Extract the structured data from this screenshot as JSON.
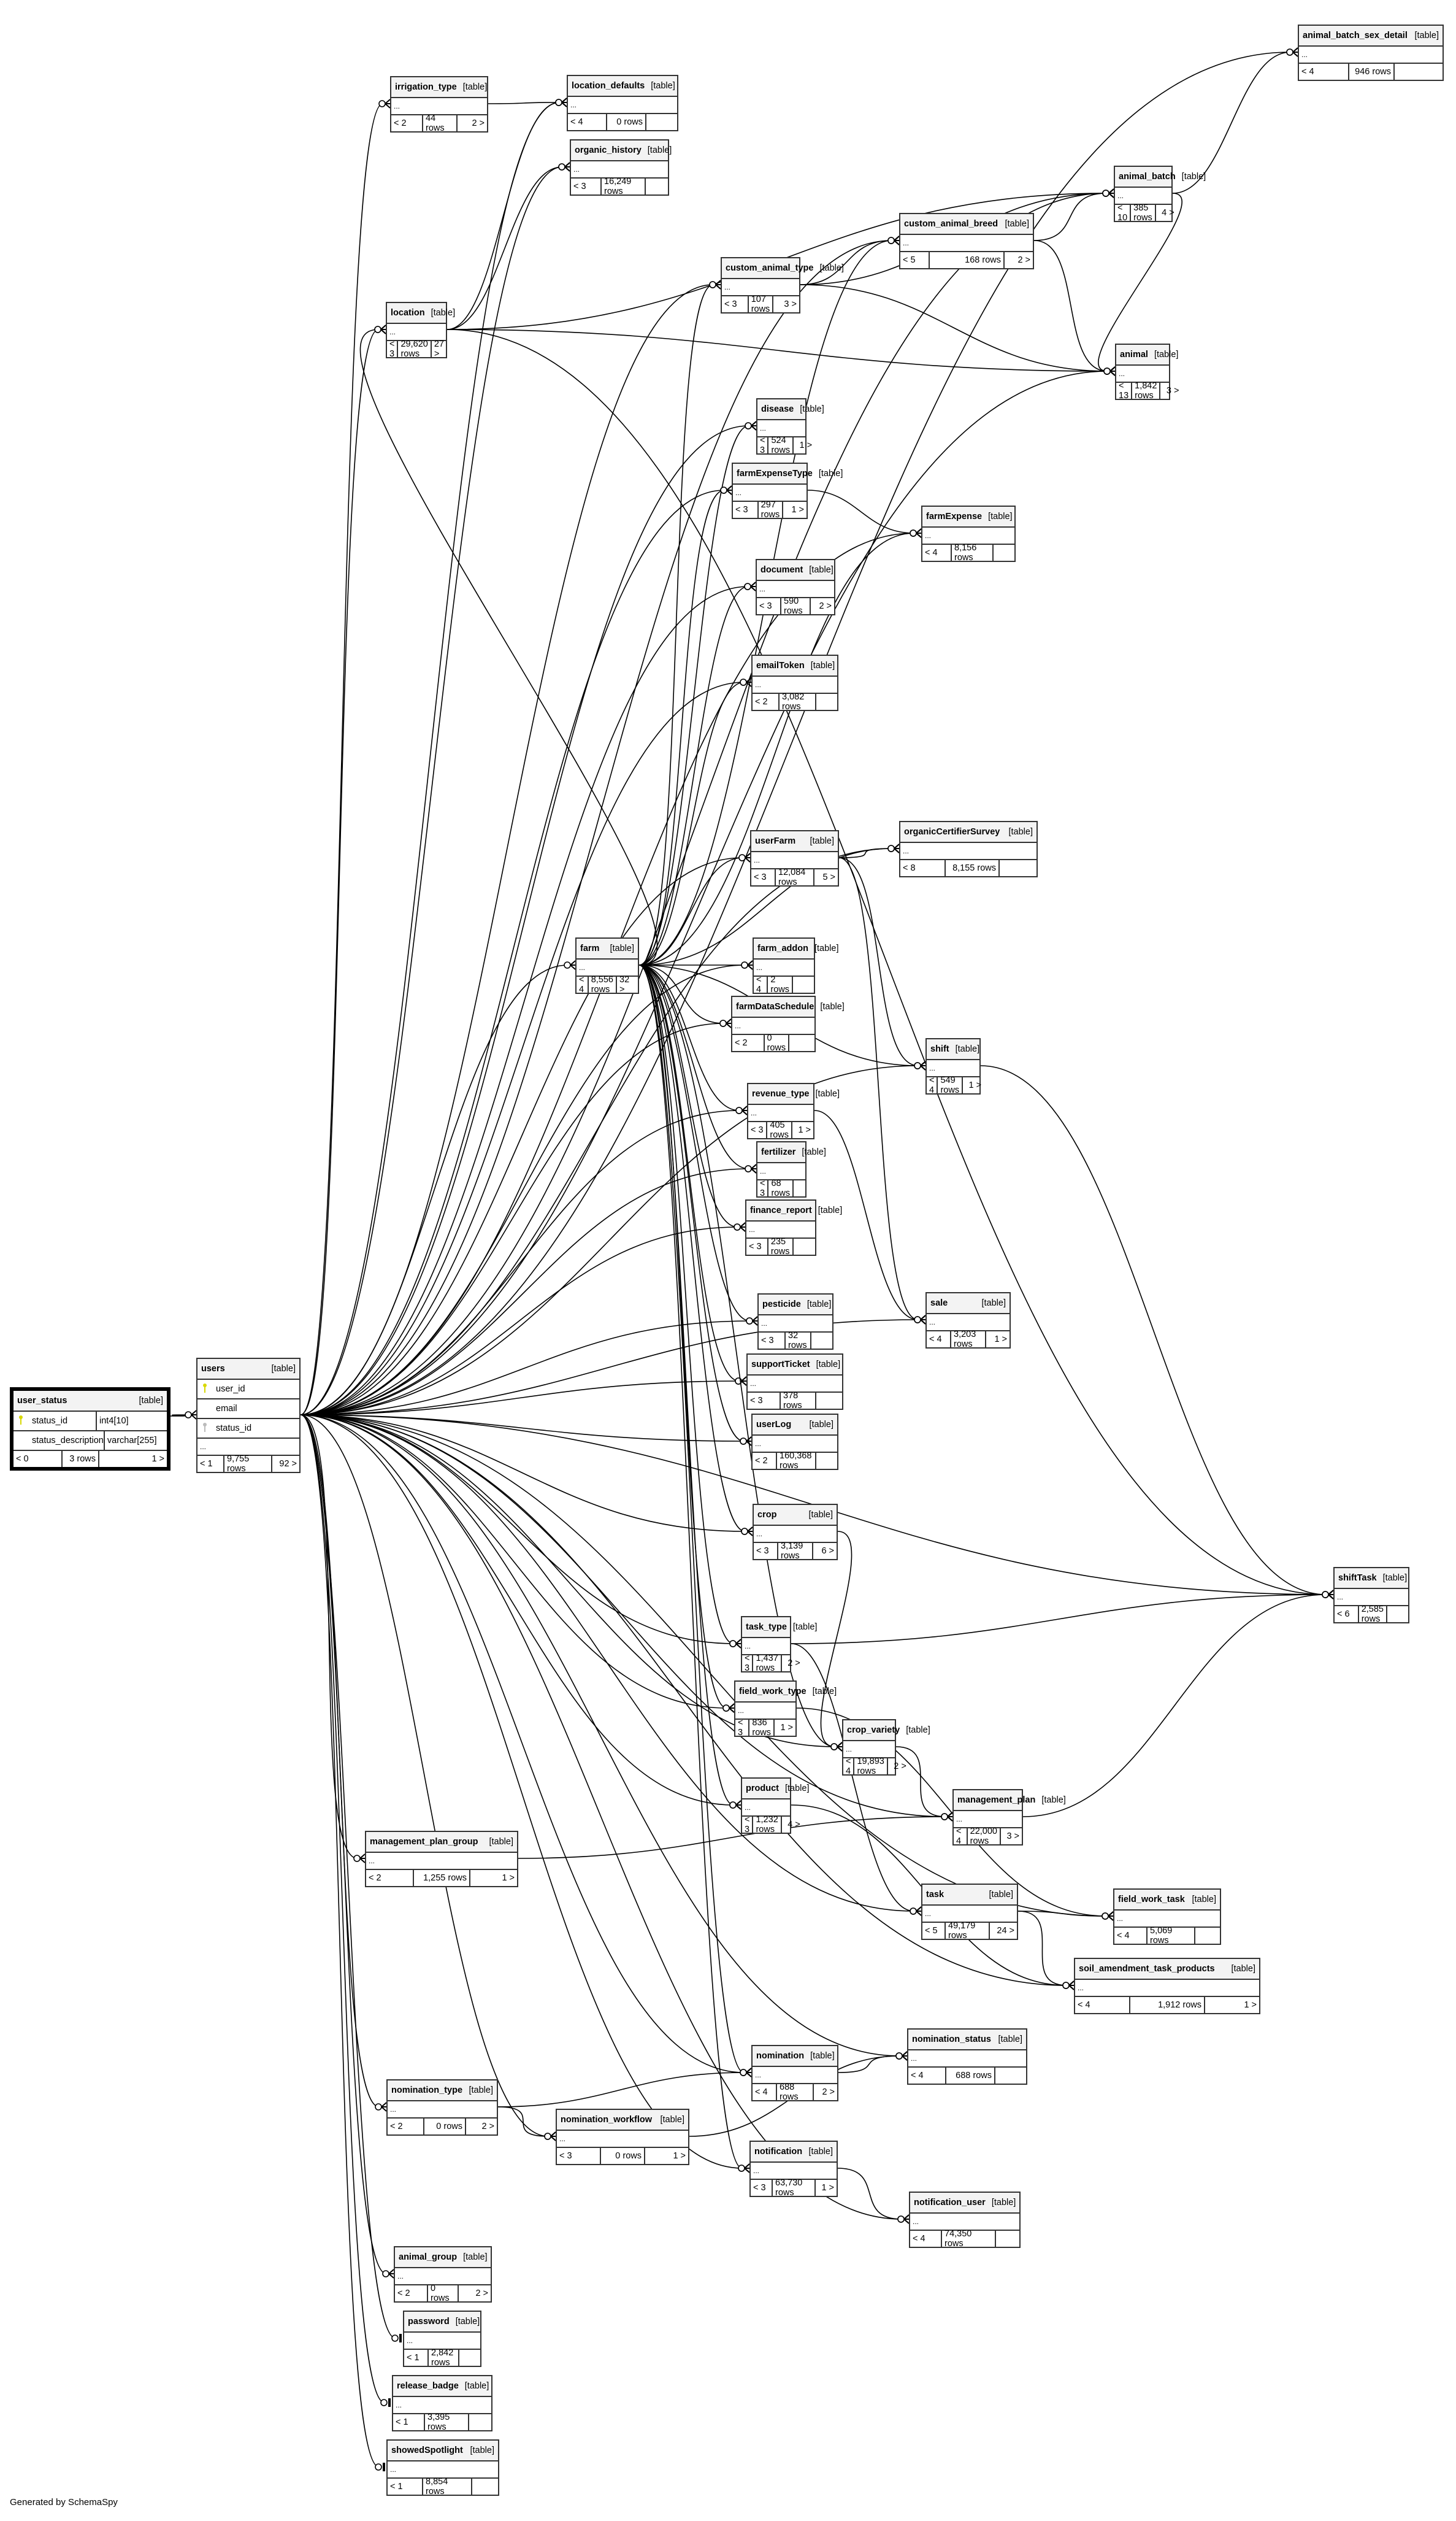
{
  "diagram": {
    "type": "entity-relationship",
    "footer": "Generated by SchemaSpy",
    "table_tag": "[table]",
    "ellipsis": "...",
    "focus_table": {
      "name": "user_status",
      "columns": [
        {
          "name": "status_id",
          "type": "int4[10]",
          "key": "primary"
        },
        {
          "name": "status_description",
          "type": "varchar[255]",
          "key": ""
        }
      ],
      "parents": "< 0",
      "rows": "3 rows",
      "children": "1 >"
    },
    "users_table": {
      "name": "users",
      "columns": [
        {
          "name": "user_id",
          "key": "primary"
        },
        {
          "name": "email",
          "key": ""
        },
        {
          "name": "status_id",
          "key": "foreign"
        }
      ],
      "parents": "< 1",
      "rows": "9,755 rows",
      "children": "92 >"
    },
    "tables": [
      {
        "id": "animal_batch_sex_detail",
        "name": "animal_batch_sex_detail",
        "parents": "< 4",
        "rows": "946 rows",
        "children": ""
      },
      {
        "id": "irrigation_type",
        "name": "irrigation_type",
        "parents": "< 2",
        "rows": "44 rows",
        "children": "2 >"
      },
      {
        "id": "location_defaults",
        "name": "location_defaults",
        "parents": "< 4",
        "rows": "0 rows",
        "children": ""
      },
      {
        "id": "organic_history",
        "name": "organic_history",
        "parents": "< 3",
        "rows": "16,249 rows",
        "children": ""
      },
      {
        "id": "animal_batch",
        "name": "animal_batch",
        "parents": "< 10",
        "rows": "385 rows",
        "children": "4 >"
      },
      {
        "id": "custom_animal_breed",
        "name": "custom_animal_breed",
        "parents": "< 5",
        "rows": "168 rows",
        "children": "2 >"
      },
      {
        "id": "custom_animal_type",
        "name": "custom_animal_type",
        "parents": "< 3",
        "rows": "107 rows",
        "children": "3 >"
      },
      {
        "id": "location",
        "name": "location",
        "parents": "< 3",
        "rows": "29,620 rows",
        "children": "27 >"
      },
      {
        "id": "animal",
        "name": "animal",
        "parents": "< 13",
        "rows": "1,842 rows",
        "children": "3 >"
      },
      {
        "id": "disease",
        "name": "disease",
        "parents": "< 3",
        "rows": "524 rows",
        "children": "1 >"
      },
      {
        "id": "farmExpenseType",
        "name": "farmExpenseType",
        "parents": "< 3",
        "rows": "297 rows",
        "children": "1 >"
      },
      {
        "id": "farmExpense",
        "name": "farmExpense",
        "parents": "< 4",
        "rows": "8,156 rows",
        "children": ""
      },
      {
        "id": "document",
        "name": "document",
        "parents": "< 3",
        "rows": "590 rows",
        "children": "2 >"
      },
      {
        "id": "emailToken",
        "name": "emailToken",
        "parents": "< 2",
        "rows": "3,082 rows",
        "children": ""
      },
      {
        "id": "userFarm",
        "name": "userFarm",
        "parents": "< 3",
        "rows": "12,084 rows",
        "children": "5 >"
      },
      {
        "id": "organicCertifierSurvey",
        "name": "organicCertifierSurvey",
        "parents": "< 8",
        "rows": "8,155 rows",
        "children": ""
      },
      {
        "id": "farm",
        "name": "farm",
        "parents": "< 4",
        "rows": "8,556 rows",
        "children": "32 >"
      },
      {
        "id": "farm_addon",
        "name": "farm_addon",
        "parents": "< 4",
        "rows": "2 rows",
        "children": ""
      },
      {
        "id": "farmDataSchedule",
        "name": "farmDataSchedule",
        "parents": "< 2",
        "rows": "0 rows",
        "children": ""
      },
      {
        "id": "shift",
        "name": "shift",
        "parents": "< 4",
        "rows": "549 rows",
        "children": "1 >"
      },
      {
        "id": "revenue_type",
        "name": "revenue_type",
        "parents": "< 3",
        "rows": "405 rows",
        "children": "1 >"
      },
      {
        "id": "fertilizer",
        "name": "fertilizer",
        "parents": "< 3",
        "rows": "68 rows",
        "children": ""
      },
      {
        "id": "finance_report",
        "name": "finance_report",
        "parents": "< 3",
        "rows": "235 rows",
        "children": ""
      },
      {
        "id": "pesticide",
        "name": "pesticide",
        "parents": "< 3",
        "rows": "32 rows",
        "children": ""
      },
      {
        "id": "sale",
        "name": "sale",
        "parents": "< 4",
        "rows": "3,203 rows",
        "children": "1 >"
      },
      {
        "id": "supportTicket",
        "name": "supportTicket",
        "parents": "< 3",
        "rows": "378 rows",
        "children": ""
      },
      {
        "id": "userLog",
        "name": "userLog",
        "parents": "< 2",
        "rows": "160,368 rows",
        "children": ""
      },
      {
        "id": "crop",
        "name": "crop",
        "parents": "< 3",
        "rows": "3,139 rows",
        "children": "6 >"
      },
      {
        "id": "shiftTask",
        "name": "shiftTask",
        "parents": "< 6",
        "rows": "2,585 rows",
        "children": ""
      },
      {
        "id": "task_type",
        "name": "task_type",
        "parents": "< 3",
        "rows": "1,437 rows",
        "children": "2 >"
      },
      {
        "id": "field_work_type",
        "name": "field_work_type",
        "parents": "< 3",
        "rows": "836 rows",
        "children": "1 >"
      },
      {
        "id": "crop_variety",
        "name": "crop_variety",
        "parents": "< 4",
        "rows": "19,893 rows",
        "children": "2 >"
      },
      {
        "id": "product",
        "name": "product",
        "parents": "< 3",
        "rows": "1,232 rows",
        "children": "4 >"
      },
      {
        "id": "management_plan",
        "name": "management_plan",
        "parents": "< 4",
        "rows": "22,000 rows",
        "children": "3 >"
      },
      {
        "id": "management_plan_group",
        "name": "management_plan_group",
        "parents": "< 2",
        "rows": "1,255 rows",
        "children": "1 >"
      },
      {
        "id": "task",
        "name": "task",
        "parents": "< 5",
        "rows": "49,179 rows",
        "children": "24 >"
      },
      {
        "id": "field_work_task",
        "name": "field_work_task",
        "parents": "< 4",
        "rows": "5,069 rows",
        "children": ""
      },
      {
        "id": "soil_amendment_task_products",
        "name": "soil_amendment_task_products",
        "parents": "< 4",
        "rows": "1,912 rows",
        "children": "1 >"
      },
      {
        "id": "nomination_status",
        "name": "nomination_status",
        "parents": "< 4",
        "rows": "688 rows",
        "children": ""
      },
      {
        "id": "nomination",
        "name": "nomination",
        "parents": "< 4",
        "rows": "688 rows",
        "children": "2 >"
      },
      {
        "id": "nomination_type",
        "name": "nomination_type",
        "parents": "< 2",
        "rows": "0 rows",
        "children": "2 >"
      },
      {
        "id": "nomination_workflow",
        "name": "nomination_workflow",
        "parents": "< 3",
        "rows": "0 rows",
        "children": "1 >"
      },
      {
        "id": "notification",
        "name": "notification",
        "parents": "< 3",
        "rows": "63,730 rows",
        "children": "1 >"
      },
      {
        "id": "notification_user",
        "name": "notification_user",
        "parents": "< 4",
        "rows": "74,350 rows",
        "children": ""
      },
      {
        "id": "animal_group",
        "name": "animal_group",
        "parents": "< 2",
        "rows": "0 rows",
        "children": "2 >"
      },
      {
        "id": "password",
        "name": "password",
        "parents": "< 1",
        "rows": "2,842 rows",
        "children": ""
      },
      {
        "id": "release_badge",
        "name": "release_badge",
        "parents": "< 1",
        "rows": "3,395 rows",
        "children": ""
      },
      {
        "id": "showedSpotlight",
        "name": "showedSpotlight",
        "parents": "< 1",
        "rows": "8,854 rows",
        "children": ""
      }
    ],
    "relationships": [
      [
        "user_status",
        "users"
      ],
      [
        "users",
        "animal_batch_sex_detail"
      ],
      [
        "animal_batch",
        "animal_batch_sex_detail"
      ],
      [
        "users",
        "irrigation_type"
      ],
      [
        "users",
        "location_defaults"
      ],
      [
        "irrigation_type",
        "location_defaults"
      ],
      [
        "location",
        "location_defaults"
      ],
      [
        "users",
        "organic_history"
      ],
      [
        "location",
        "organic_history"
      ],
      [
        "users",
        "animal_batch"
      ],
      [
        "location",
        "animal_batch"
      ],
      [
        "custom_animal_breed",
        "animal_batch"
      ],
      [
        "custom_animal_type",
        "animal_batch"
      ],
      [
        "users",
        "custom_animal_breed"
      ],
      [
        "custom_animal_type",
        "custom_animal_breed"
      ],
      [
        "farm",
        "custom_animal_breed"
      ],
      [
        "users",
        "custom_animal_type"
      ],
      [
        "farm",
        "custom_animal_type"
      ],
      [
        "users",
        "location"
      ],
      [
        "farm",
        "location"
      ],
      [
        "users",
        "animal"
      ],
      [
        "location",
        "animal"
      ],
      [
        "custom_animal_breed",
        "animal"
      ],
      [
        "custom_animal_type",
        "animal"
      ],
      [
        "animal_batch",
        "animal"
      ],
      [
        "users",
        "disease"
      ],
      [
        "farm",
        "disease"
      ],
      [
        "users",
        "farmExpenseType"
      ],
      [
        "farm",
        "farmExpenseType"
      ],
      [
        "users",
        "farmExpense"
      ],
      [
        "farmExpenseType",
        "farmExpense"
      ],
      [
        "farm",
        "farmExpense"
      ],
      [
        "users",
        "document"
      ],
      [
        "farm",
        "document"
      ],
      [
        "users",
        "emailToken"
      ],
      [
        "farm",
        "emailToken"
      ],
      [
        "users",
        "userFarm"
      ],
      [
        "farm",
        "userFarm"
      ],
      [
        "users",
        "organicCertifierSurvey"
      ],
      [
        "userFarm",
        "organicCertifierSurvey"
      ],
      [
        "farm",
        "organicCertifierSurvey"
      ],
      [
        "users",
        "farm"
      ],
      [
        "users",
        "farm_addon"
      ],
      [
        "farm",
        "farm_addon"
      ],
      [
        "users",
        "farmDataSchedule"
      ],
      [
        "farm",
        "farmDataSchedule"
      ],
      [
        "users",
        "shift"
      ],
      [
        "userFarm",
        "shift"
      ],
      [
        "farm",
        "shift"
      ],
      [
        "users",
        "revenue_type"
      ],
      [
        "farm",
        "revenue_type"
      ],
      [
        "users",
        "fertilizer"
      ],
      [
        "farm",
        "fertilizer"
      ],
      [
        "users",
        "finance_report"
      ],
      [
        "farm",
        "finance_report"
      ],
      [
        "users",
        "pesticide"
      ],
      [
        "farm",
        "pesticide"
      ],
      [
        "users",
        "sale"
      ],
      [
        "revenue_type",
        "sale"
      ],
      [
        "userFarm",
        "sale"
      ],
      [
        "users",
        "supportTicket"
      ],
      [
        "farm",
        "supportTicket"
      ],
      [
        "users",
        "userLog"
      ],
      [
        "farm",
        "userLog"
      ],
      [
        "users",
        "crop"
      ],
      [
        "farm",
        "crop"
      ],
      [
        "users",
        "shiftTask"
      ],
      [
        "shift",
        "shiftTask"
      ],
      [
        "task_type",
        "shiftTask"
      ],
      [
        "management_plan",
        "shiftTask"
      ],
      [
        "location",
        "shiftTask"
      ],
      [
        "users",
        "task_type"
      ],
      [
        "farm",
        "task_type"
      ],
      [
        "users",
        "field_work_type"
      ],
      [
        "farm",
        "field_work_type"
      ],
      [
        "users",
        "crop_variety"
      ],
      [
        "crop",
        "crop_variety"
      ],
      [
        "farm",
        "crop_variety"
      ],
      [
        "users",
        "product"
      ],
      [
        "farm",
        "product"
      ],
      [
        "users",
        "management_plan"
      ],
      [
        "crop_variety",
        "management_plan"
      ],
      [
        "management_plan_group",
        "management_plan"
      ],
      [
        "users",
        "management_plan_group"
      ],
      [
        "users",
        "task"
      ],
      [
        "task_type",
        "task"
      ],
      [
        "users",
        "field_work_task"
      ],
      [
        "task",
        "field_work_task"
      ],
      [
        "field_work_type",
        "field_work_task"
      ],
      [
        "users",
        "soil_amendment_task_products"
      ],
      [
        "task",
        "soil_amendment_task_products"
      ],
      [
        "product",
        "soil_amendment_task_products"
      ],
      [
        "users",
        "nomination_status"
      ],
      [
        "nomination",
        "nomination_status"
      ],
      [
        "nomination_workflow",
        "nomination_status"
      ],
      [
        "users",
        "nomination"
      ],
      [
        "nomination_type",
        "nomination"
      ],
      [
        "farm",
        "nomination"
      ],
      [
        "users",
        "nomination_type"
      ],
      [
        "users",
        "nomination_workflow"
      ],
      [
        "nomination_type",
        "nomination_workflow"
      ],
      [
        "users",
        "notification"
      ],
      [
        "farm",
        "notification"
      ],
      [
        "users",
        "notification_user"
      ],
      [
        "notification",
        "notification_user"
      ],
      [
        "users",
        "animal_group"
      ],
      [
        "users",
        "password"
      ],
      [
        "users",
        "release_badge"
      ],
      [
        "users",
        "showedSpotlight"
      ]
    ]
  }
}
